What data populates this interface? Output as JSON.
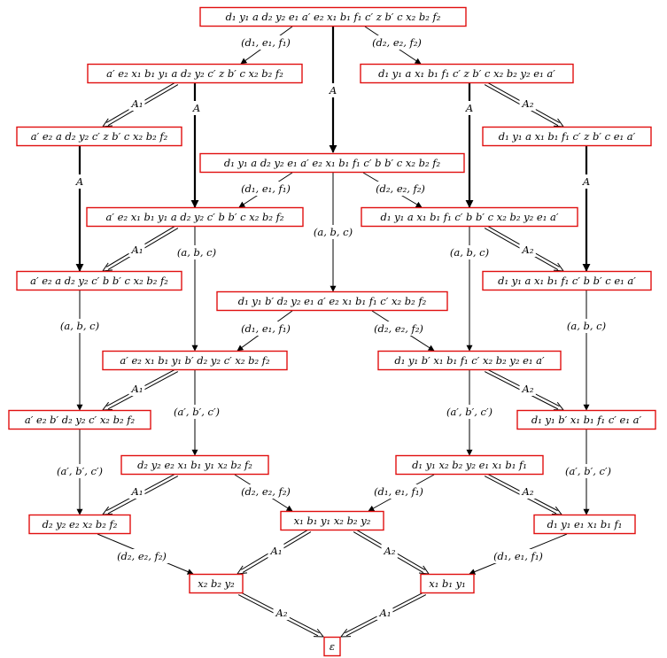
{
  "nodes": [
    {
      "id": "n0",
      "label": "d₁ y₁ a d₂ y₂ e₁ a′ e₂ x₁ b₁ f₁ c′ z b′ c x₂ b₂ f₂"
    },
    {
      "id": "n1",
      "label": "a′ e₂ x₁ b₁ y₁ a d₂ y₂ c′ z b′ c x₂ b₂ f₂"
    },
    {
      "id": "n2",
      "label": "d₁ y₁ a x₁ b₁ f₁ c′ z b′ c x₂ b₂ y₂ e₁ a′"
    },
    {
      "id": "n3",
      "label": "a′ e₂ a d₂ y₂ c′ z b′ c x₂ b₂ f₂"
    },
    {
      "id": "n4",
      "label": "d₁ y₁ a x₁ b₁ f₁ c′ z b′ c e₁ a′"
    },
    {
      "id": "n5",
      "label": "d₁ y₁ a d₂ y₂ e₁ a′ e₂ x₁ b₁ f₁ c′ b b′ c x₂ b₂ f₂"
    },
    {
      "id": "n6",
      "label": "a′ e₂ x₁ b₁ y₁ a d₂ y₂ c′ b b′ c x₂ b₂ f₂"
    },
    {
      "id": "n7",
      "label": "d₁ y₁ a x₁ b₁ f₁ c′ b b′ c x₂ b₂ y₂ e₁ a′"
    },
    {
      "id": "n8",
      "label": "a′ e₂ a d₂ y₂ c′ b b′ c x₂ b₂ f₂"
    },
    {
      "id": "n9",
      "label": "d₁ y₁ a x₁ b₁ f₁ c′ b b′ c e₁ a′"
    },
    {
      "id": "n10",
      "label": "d₁ y₁ b′ d₂ y₂ e₁ a′ e₂ x₁ b₁ f₁ c′ x₂ b₂ f₂"
    },
    {
      "id": "n11",
      "label": "a′ e₂ x₁ b₁ y₁ b′ d₂ y₂ c′ x₂ b₂ f₂"
    },
    {
      "id": "n12",
      "label": "d₁ y₁ b′ x₁ b₁ f₁ c′ x₂ b₂ y₂ e₁ a′"
    },
    {
      "id": "n13",
      "label": "a′ e₂ b′ d₂ y₂ c′ x₂ b₂ f₂"
    },
    {
      "id": "n14",
      "label": "d₁ y₁ b′ x₁ b₁ f₁ c′ e₁ a′"
    },
    {
      "id": "n15",
      "label": "d₂ y₂ e₂ x₁ b₁ y₁ x₂ b₂ f₂"
    },
    {
      "id": "n16",
      "label": "d₁ y₁ x₂ b₂ y₂ e₁ x₁ b₁ f₁"
    },
    {
      "id": "n17",
      "label": "d₂ y₂ e₂ x₂ b₂ f₂"
    },
    {
      "id": "n18",
      "label": "x₁ b₁ y₁ x₂ b₂ y₂"
    },
    {
      "id": "n19",
      "label": "d₁ y₁ e₁ x₁ b₁ f₁"
    },
    {
      "id": "n20",
      "label": "x₂ b₂ y₂"
    },
    {
      "id": "n21",
      "label": "x₁ b₁ y₁"
    },
    {
      "id": "n22",
      "label": "ε"
    }
  ],
  "edges": [
    {
      "from": "n0",
      "to": "n1",
      "style": "thin",
      "label": "(d₁, e₁, f₁)"
    },
    {
      "from": "n0",
      "to": "n2",
      "style": "thin",
      "label": "(d₂, e₂, f₂)"
    },
    {
      "from": "n0",
      "to": "n5",
      "style": "bold",
      "label": "A"
    },
    {
      "from": "n1",
      "to": "n3",
      "style": "double",
      "label": "A₁"
    },
    {
      "from": "n1",
      "to": "n6",
      "style": "bold",
      "label": "A"
    },
    {
      "from": "n2",
      "to": "n4",
      "style": "double",
      "label": "A₂"
    },
    {
      "from": "n2",
      "to": "n7",
      "style": "bold",
      "label": "A"
    },
    {
      "from": "n3",
      "to": "n8",
      "style": "bold",
      "label": "A"
    },
    {
      "from": "n4",
      "to": "n9",
      "style": "bold",
      "label": "A"
    },
    {
      "from": "n5",
      "to": "n6",
      "style": "thin",
      "label": "(d₁, e₁, f₁)"
    },
    {
      "from": "n5",
      "to": "n7",
      "style": "thin",
      "label": "(d₂, e₂, f₂)"
    },
    {
      "from": "n5",
      "to": "n10",
      "style": "thin",
      "label": "(a, b, c)"
    },
    {
      "from": "n6",
      "to": "n8",
      "style": "double",
      "label": "A₁"
    },
    {
      "from": "n6",
      "to": "n11",
      "style": "thin",
      "label": "(a, b, c)"
    },
    {
      "from": "n7",
      "to": "n9",
      "style": "double",
      "label": "A₂"
    },
    {
      "from": "n7",
      "to": "n12",
      "style": "thin",
      "label": "(a, b, c)"
    },
    {
      "from": "n8",
      "to": "n13",
      "style": "thin",
      "label": "(a, b, c)"
    },
    {
      "from": "n9",
      "to": "n14",
      "style": "thin",
      "label": "(a, b, c)"
    },
    {
      "from": "n10",
      "to": "n11",
      "style": "thin",
      "label": "(d₁, e₁, f₁)"
    },
    {
      "from": "n10",
      "to": "n12",
      "style": "thin",
      "label": "(d₂, e₂, f₂)"
    },
    {
      "from": "n11",
      "to": "n13",
      "style": "double",
      "label": "A₁"
    },
    {
      "from": "n11",
      "to": "n15",
      "style": "thin",
      "label": "(a′, b′, c′)"
    },
    {
      "from": "n12",
      "to": "n14",
      "style": "double",
      "label": "A₂"
    },
    {
      "from": "n12",
      "to": "n16",
      "style": "thin",
      "label": "(a′, b′, c′)"
    },
    {
      "from": "n13",
      "to": "n17",
      "style": "thin",
      "label": "(a′, b′, c′)"
    },
    {
      "from": "n14",
      "to": "n19",
      "style": "thin",
      "label": "(a′, b′, c′)"
    },
    {
      "from": "n15",
      "to": "n17",
      "style": "double",
      "label": "A₁"
    },
    {
      "from": "n15",
      "to": "n18",
      "style": "thin",
      "label": "(d₂, e₂, f₂)"
    },
    {
      "from": "n16",
      "to": "n18",
      "style": "thin",
      "label": "(d₁, e₁, f₁)"
    },
    {
      "from": "n16",
      "to": "n19",
      "style": "double",
      "label": "A₂"
    },
    {
      "from": "n17",
      "to": "n20",
      "style": "thin",
      "label": "(d₂, e₂, f₂)"
    },
    {
      "from": "n18",
      "to": "n20",
      "style": "double",
      "label": "A₁"
    },
    {
      "from": "n18",
      "to": "n21",
      "style": "double",
      "label": "A₂"
    },
    {
      "from": "n19",
      "to": "n21",
      "style": "thin",
      "label": "(d₁, e₁, f₁)"
    },
    {
      "from": "n20",
      "to": "n22",
      "style": "double",
      "label": "A₂"
    },
    {
      "from": "n21",
      "to": "n22",
      "style": "double",
      "label": "A₁"
    }
  ]
}
